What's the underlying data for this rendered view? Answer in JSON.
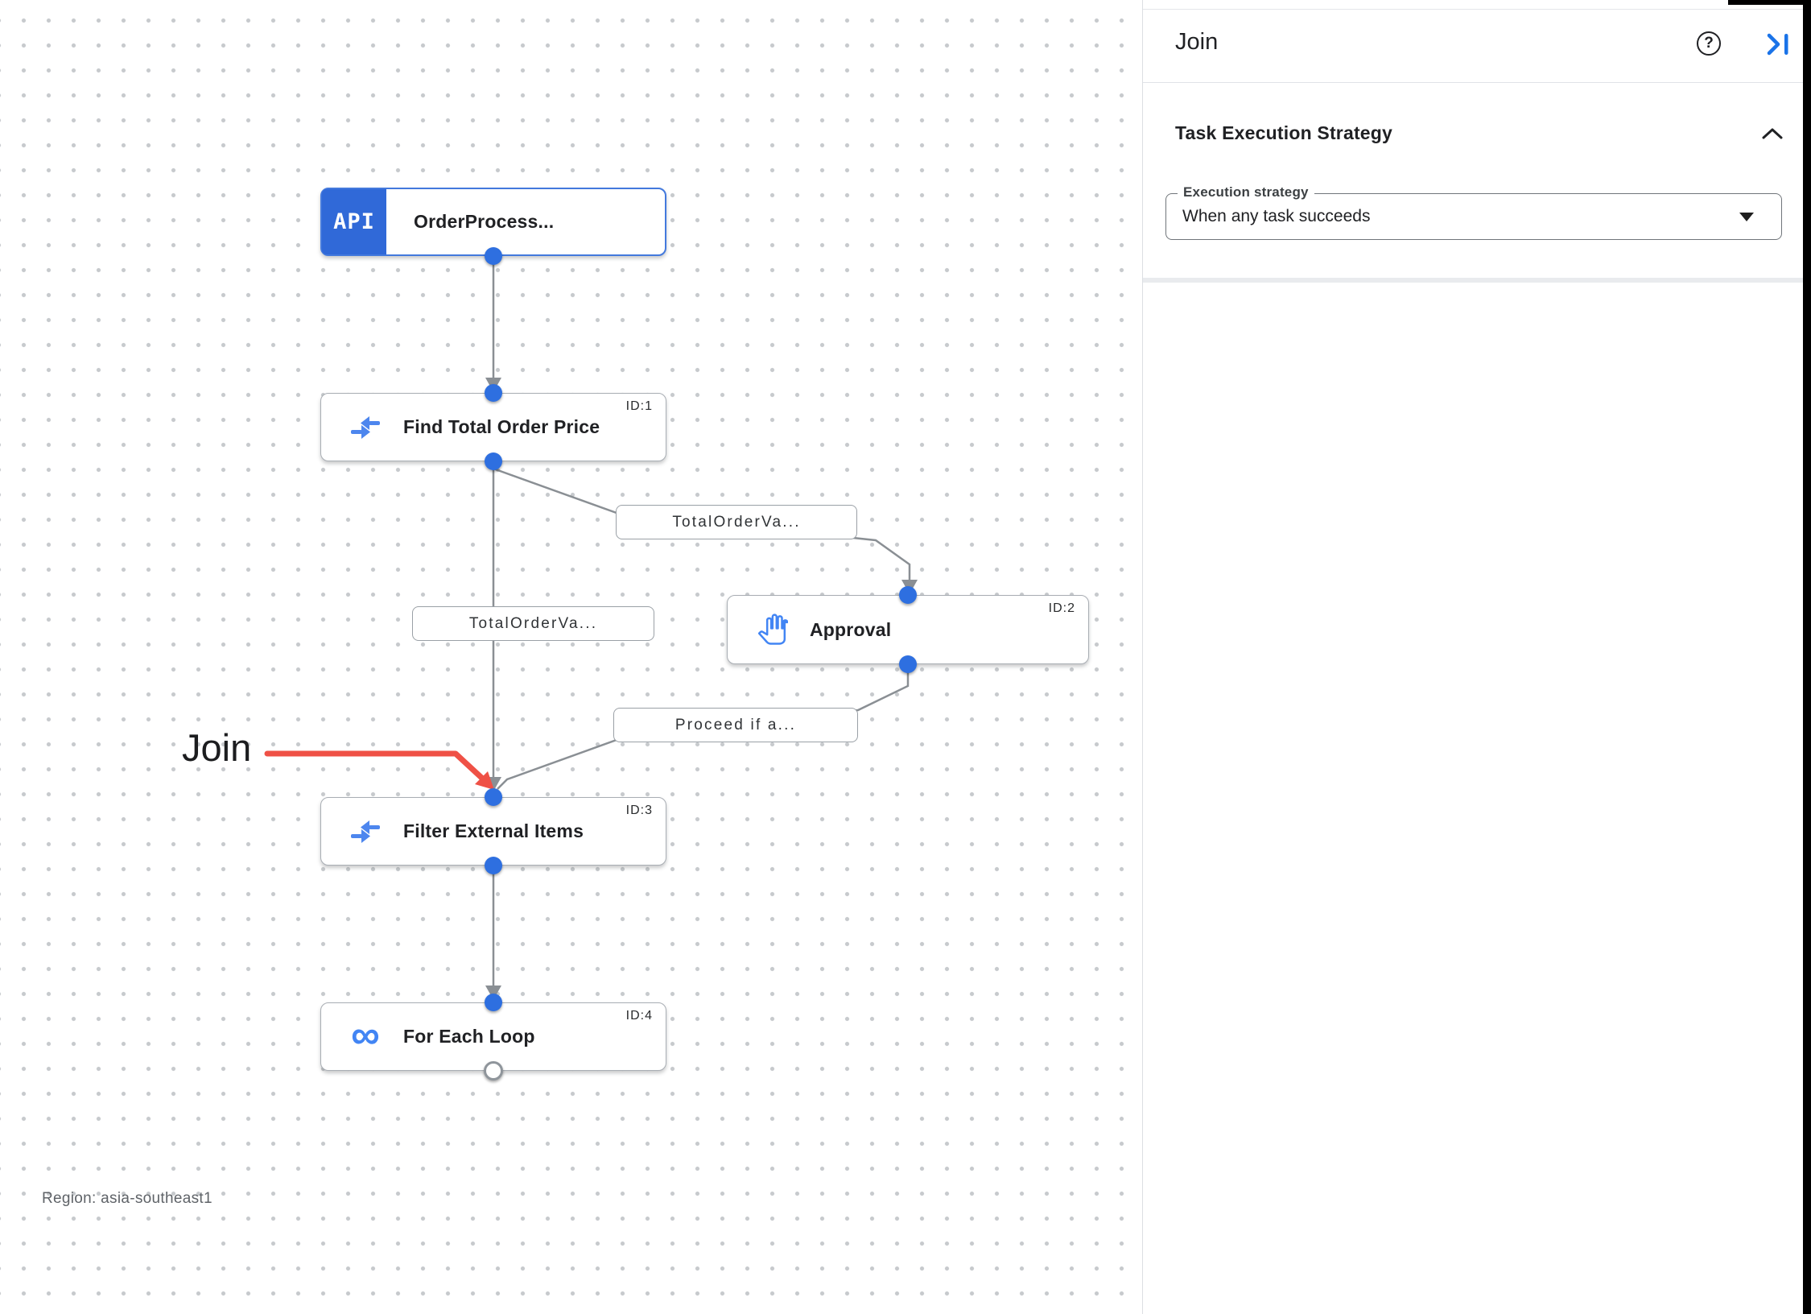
{
  "canvas": {
    "region_label": "Region: asia-southeast1",
    "annotation_label": "Join",
    "trigger_badge": "API",
    "nodes": [
      {
        "title": "OrderProcess...",
        "id_label": "",
        "icon": "api-trigger"
      },
      {
        "title": "Find Total Order Price",
        "id_label": "ID:1",
        "icon": "data-mapping"
      },
      {
        "title": "Approval",
        "id_label": "ID:2",
        "icon": "approval-hand"
      },
      {
        "title": "Filter External Items",
        "id_label": "ID:3",
        "icon": "data-mapping"
      },
      {
        "title": "For Each Loop",
        "id_label": "ID:4",
        "icon": "for-each-loop"
      }
    ],
    "edge_labels": [
      {
        "text": "TotalOrderVa..."
      },
      {
        "text": "TotalOrderVa..."
      },
      {
        "text": "Proceed if a..."
      }
    ]
  },
  "panel": {
    "title": "Join",
    "section_title": "Task Execution Strategy",
    "field_label": "Execution strategy",
    "field_value": "When any task succeeds"
  },
  "icons": {
    "help_glyph": "?",
    "infinity_glyph": "∞"
  },
  "colors": {
    "accent_blue": "#1a73e8",
    "trigger_blue": "#3069d8",
    "dot_blue": "#2e6fe0",
    "edge_gray": "#8a8f94",
    "annotation_red": "#ef5146"
  }
}
